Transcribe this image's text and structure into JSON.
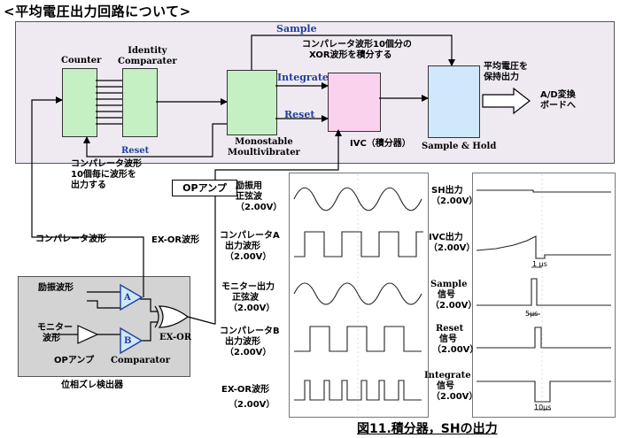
{
  "title": "<平均電圧出力回路について>",
  "upper": {
    "counter": "Counter",
    "identity": [
      "Identity",
      "Comparater"
    ],
    "reset_inner": "Reset",
    "monostable": [
      "Monostable",
      "Moultivibrater"
    ],
    "sample": "Sample",
    "integrate": "Integrate",
    "reset": "Reset",
    "xor_note": [
      "コンパレータ波形10個分の",
      "XOR波形を積分する"
    ],
    "ivc": "IVC（積分器）",
    "sample_hold": "Sample & Hold",
    "avg_out": [
      "平均電圧を",
      "保持出力"
    ],
    "ad_board": [
      "A/D変換",
      "ボードへ"
    ],
    "comp_note": [
      "コンパレータ波形",
      "10個毎に波形を",
      "出力する"
    ]
  },
  "opamp_box": "OPアンプ",
  "comp_wave": "コンパレータ波形",
  "exor_wave": "EX-OR波形",
  "lower": {
    "excite": "励振波形",
    "monitor": [
      "モニター",
      "波形"
    ],
    "opamp": "OPアンプ",
    "comparator": "Comparator",
    "a": "A",
    "b": "B",
    "exor": "EX-OR",
    "caption": "位相ズレ検出器"
  },
  "scope_left": {
    "labels": [
      {
        "name": [
          "励振用",
          "正弦波"
        ],
        "volt": "（2.00V）"
      },
      {
        "name": [
          "コンパレータA",
          "出力波形"
        ],
        "volt": "（2.00V）"
      },
      {
        "name": [
          "モニター出力",
          "正弦波"
        ],
        "volt": "（2.00V）"
      },
      {
        "name": [
          "コンパレータB",
          "出力波形"
        ],
        "volt": "（2.00V）"
      },
      {
        "name": [
          "EX-OR波形"
        ],
        "volt": "（2.00V）"
      }
    ]
  },
  "scope_right": {
    "labels": [
      {
        "name": [
          "SH出力"
        ],
        "volt": "（2.00V）"
      },
      {
        "name": [
          "IVC出力"
        ],
        "volt": "（2.00V）"
      },
      {
        "name": [
          "Sample",
          "信号"
        ],
        "volt": "（2.00V）"
      },
      {
        "name": [
          "Reset",
          "信号"
        ],
        "volt": "（2.00V）"
      },
      {
        "name": [
          "Integrate",
          "信号"
        ],
        "volt": "（2.00V）"
      }
    ],
    "t1": "1 μs",
    "t2": "5μs",
    "t3": "10μs"
  },
  "caption": "図11.積分器，SHの出力",
  "colors": {
    "green": "#c4f0c4",
    "pink": "#fbd2ee",
    "blue": "#cfe8fb",
    "panel": "#efeaf2",
    "gray": "#d3d3d3"
  }
}
